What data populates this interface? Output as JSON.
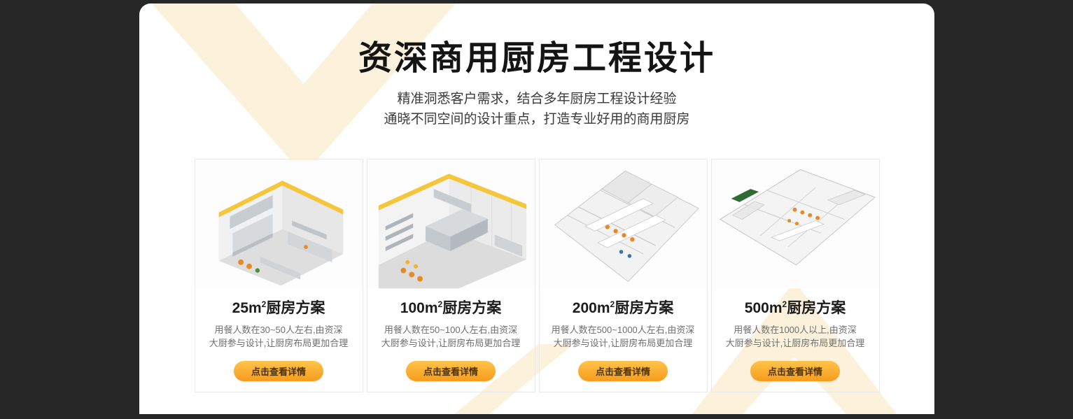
{
  "colors": {
    "page_background": "#272727",
    "panel_background": "#ffffff",
    "decor_cream": "#fcf1da",
    "accent_orange": "#f69c1d",
    "button_text": "#4a3200"
  },
  "header": {
    "title": "资深商用厨房工程设计",
    "subtitle_line1": "精准洞悉客户需求，结合多年厨房工程设计经验",
    "subtitle_line2": "通晓不同空间的设计重点，打造专业好用的商用厨房"
  },
  "cards": [
    {
      "title_main": "25m",
      "title_sup": "2",
      "title_rest": "厨房方案",
      "desc_line1": "用餐人数在30~50人左右,由资深",
      "desc_line2": "大厨参与设计,让厨房布局更加合理",
      "button_label": "点击查看详情"
    },
    {
      "title_main": "100m",
      "title_sup": "2",
      "title_rest": "厨房方案",
      "desc_line1": "用餐人数在50~100人左右,由资深",
      "desc_line2": "大厨参与设计,让厨房布局更加合理",
      "button_label": "点击查看详情"
    },
    {
      "title_main": "200m",
      "title_sup": "2",
      "title_rest": "厨房方案",
      "desc_line1": "用餐人数在500~1000人左右,由资深",
      "desc_line2": "大厨参与设计,让厨房布局更加合理",
      "button_label": "点击查看详情"
    },
    {
      "title_main": "500m",
      "title_sup": "2",
      "title_rest": "厨房方案",
      "desc_line1": "用餐人数在1000人以上,由资深",
      "desc_line2": "大厨参与设计,让厨房布局更加合理",
      "button_label": "点击查看详情"
    }
  ]
}
